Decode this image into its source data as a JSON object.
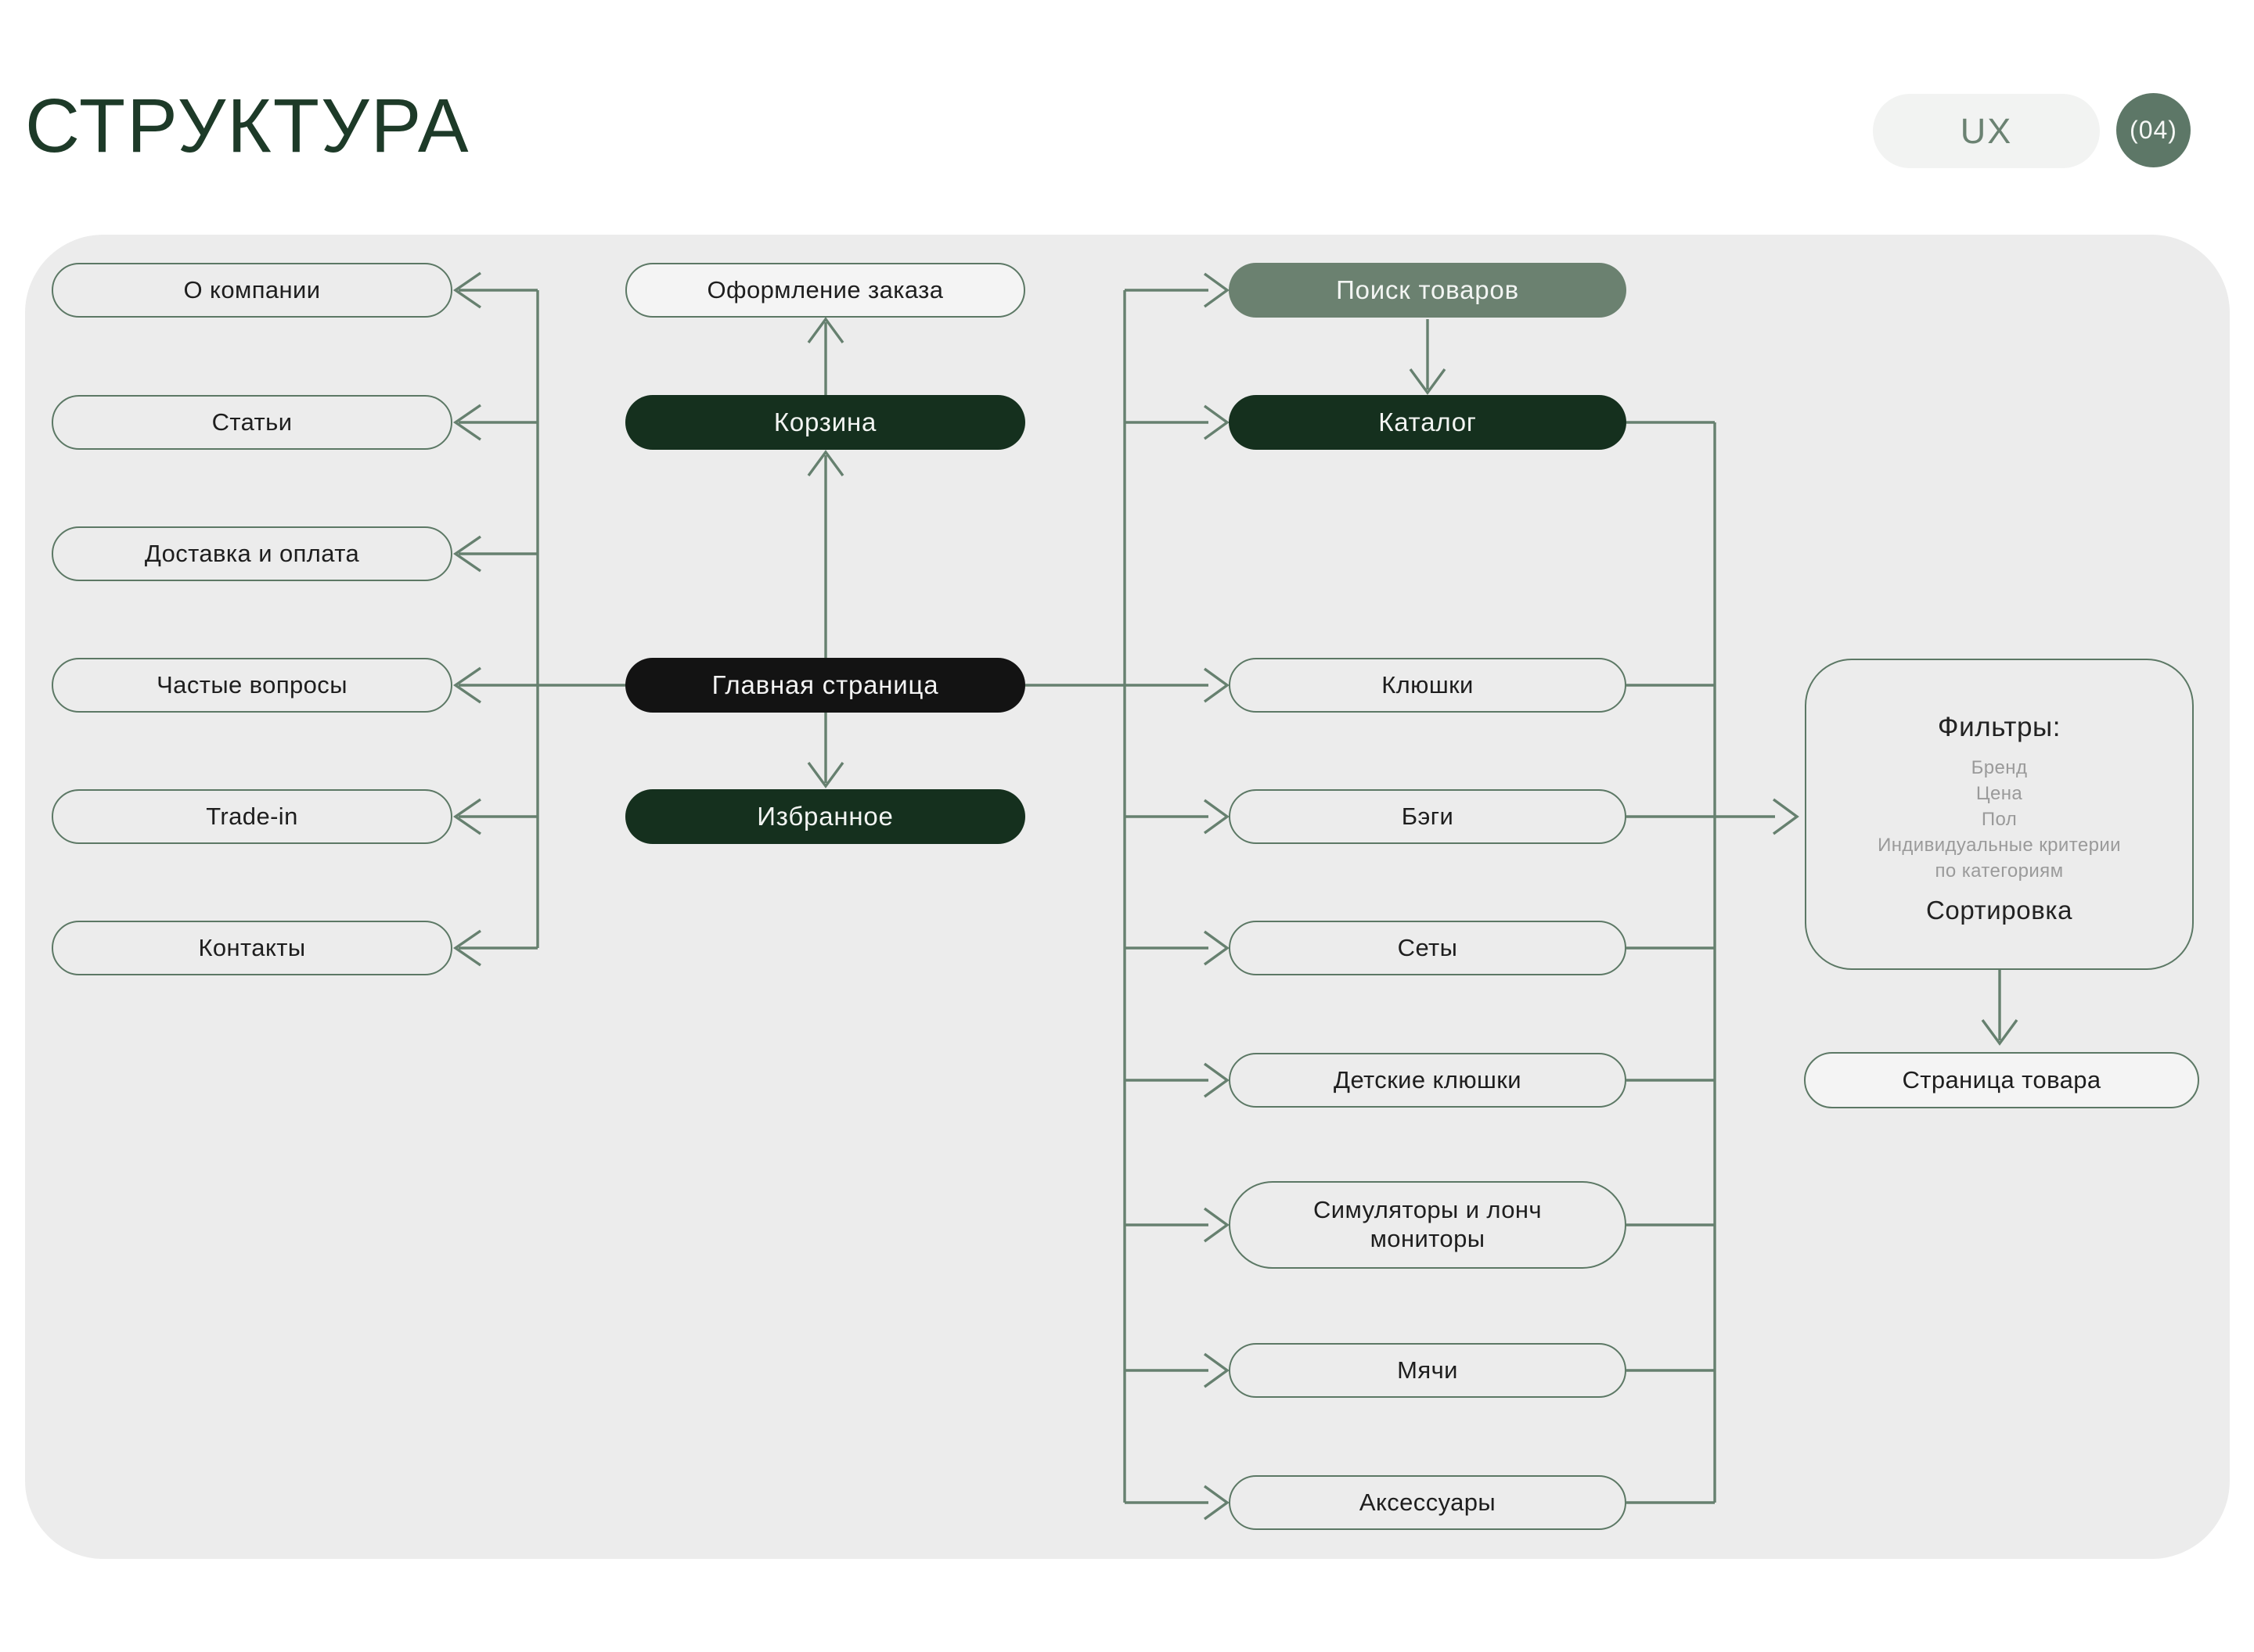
{
  "page": {
    "title": "СТРУКТУРА",
    "tag_label": "UX",
    "page_number": "(04)"
  },
  "colors": {
    "title_green": "#1d3a28",
    "dark_green_pill": "#15301e",
    "black_pill": "#131313",
    "sage_pill": "#6b8170",
    "connector_line": "#66806f",
    "pill_border": "#5c7865",
    "canvas_background": "#ececec",
    "muted_gray_text": "#9a9a9a",
    "badge_circle": "#5d7767"
  },
  "info_pages": {
    "items": [
      "О компании",
      "Статьи",
      "Доставка и оплата",
      "Частые вопросы",
      "Trade-in",
      "Контакты"
    ]
  },
  "flow": {
    "checkout": "Оформление заказа",
    "cart": "Корзина",
    "home": "Главная страница",
    "favorites": "Избранное"
  },
  "catalog": {
    "search": "Поиск товаров",
    "catalog": "Каталог",
    "categories": [
      "Клюшки",
      "Бэги",
      "Сеты",
      "Детские клюшки",
      "Симуляторы и лонч\nмониторы",
      "Мячи",
      "Аксессуары"
    ]
  },
  "filters": {
    "title": "Фильтры:",
    "items": [
      "Бренд",
      "Цена",
      "Пол",
      "Индивидуальные критерии\nпо категориям"
    ],
    "sorting": "Сортировка"
  },
  "product": {
    "page": "Страница товара"
  }
}
